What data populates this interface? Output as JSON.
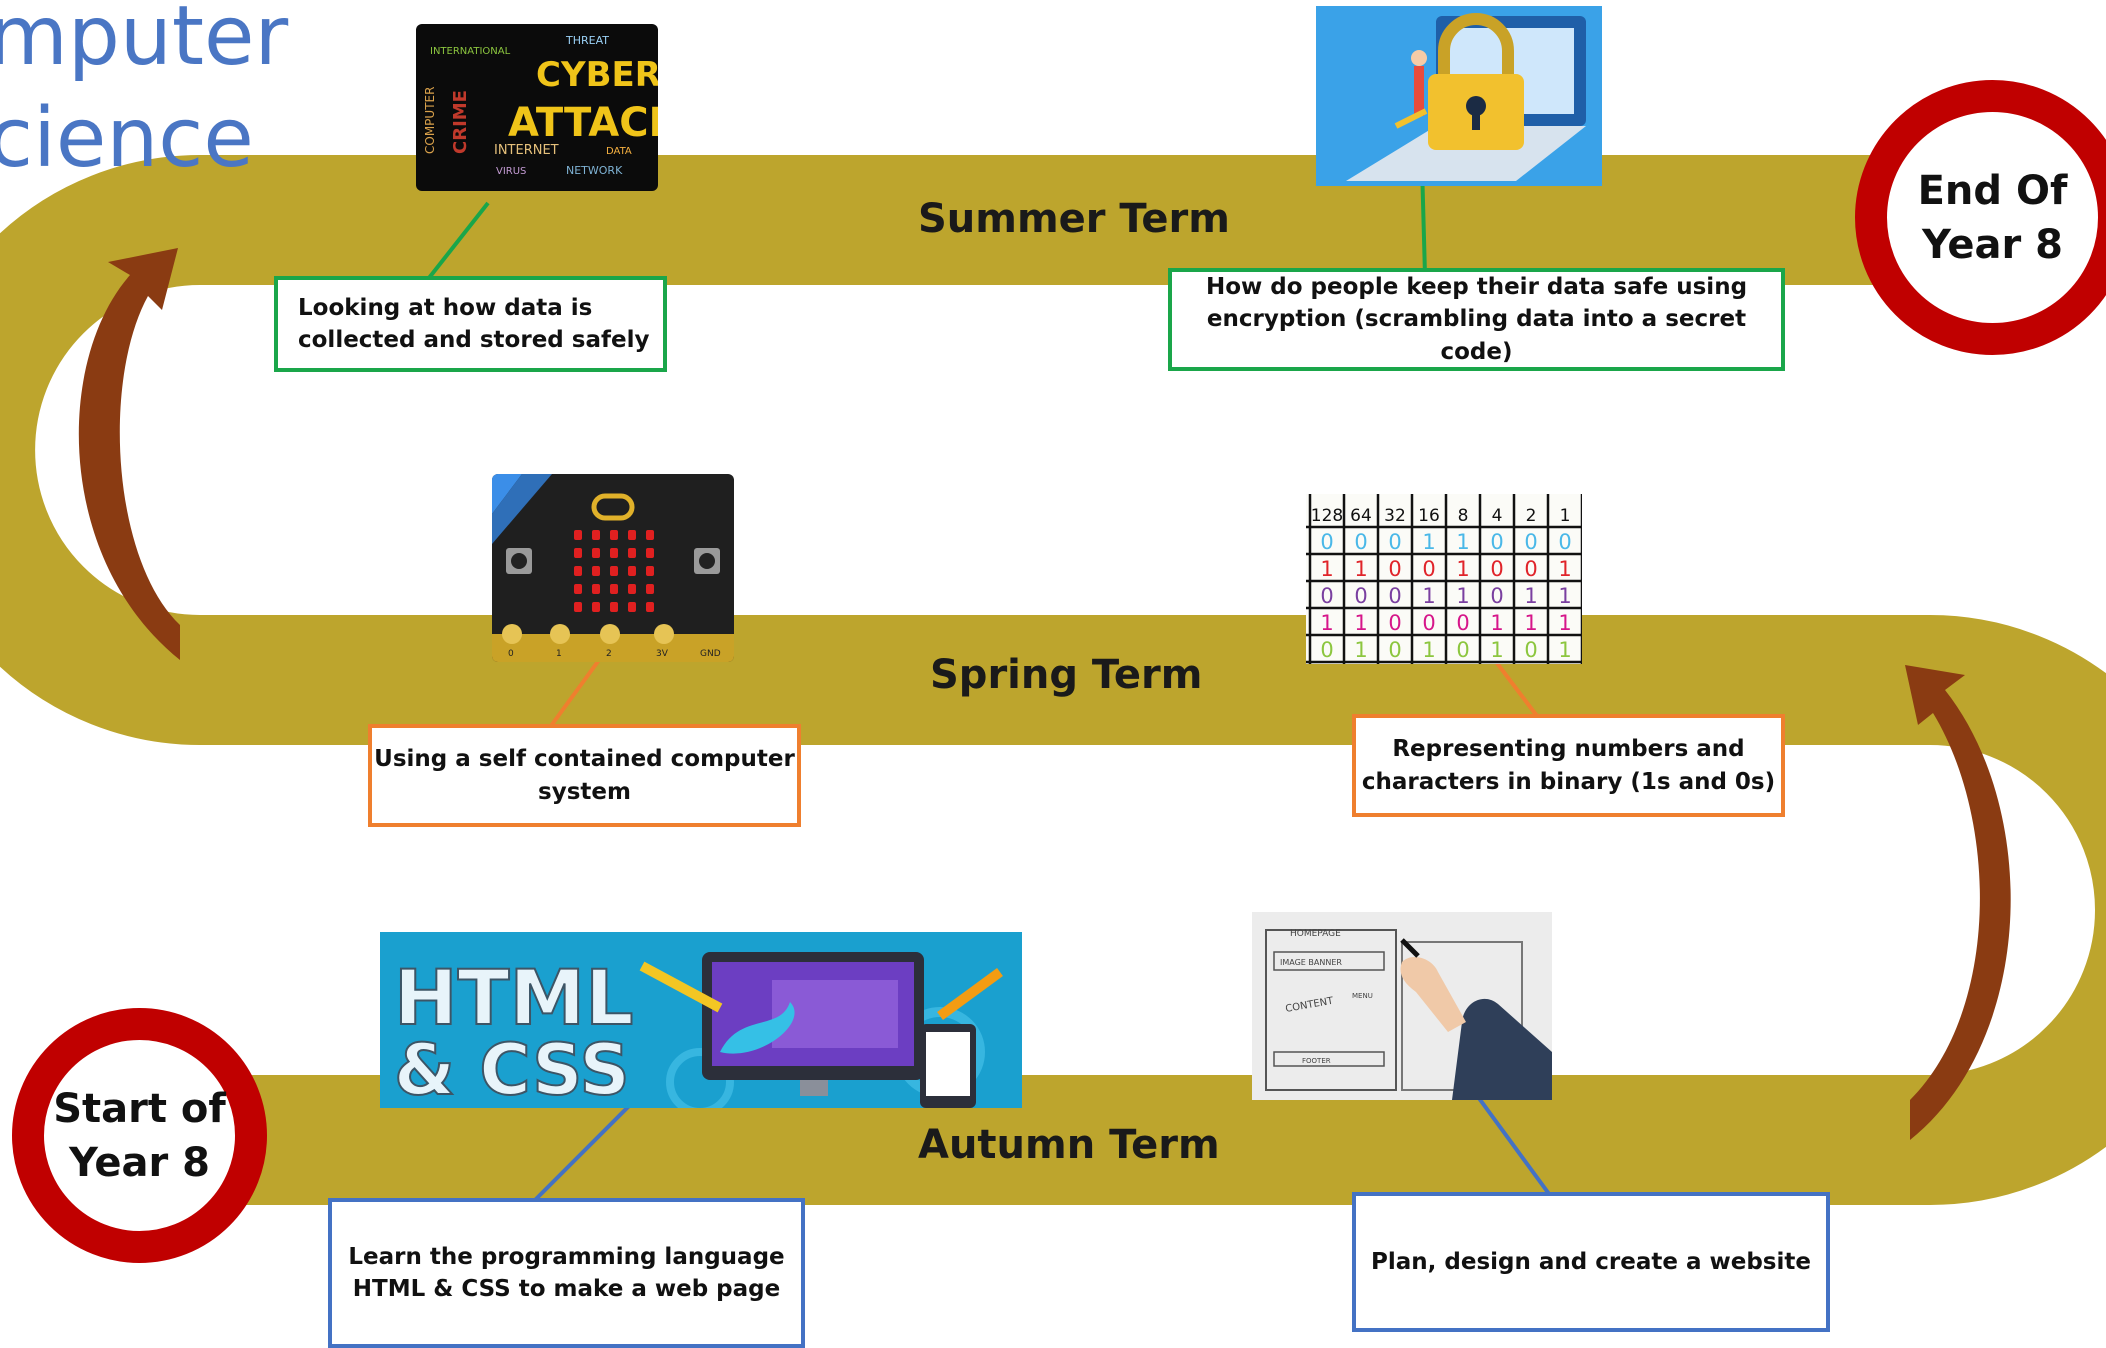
{
  "title": {
    "line1": "mputer",
    "line2": "cience"
  },
  "terms": {
    "summer": "Summer Term",
    "spring": "Spring Term",
    "autumn": "Autumn Term"
  },
  "milestones": {
    "start": {
      "line1": "Start of",
      "line2": "Year 8"
    },
    "end": {
      "line1": "End Of",
      "line2": "Year 8"
    }
  },
  "topics": {
    "summer_1": {
      "line1": "Looking at how data is",
      "line2": "collected  and  stored safely"
    },
    "summer_2": {
      "line1": "How do people keep their data safe using",
      "line2": "encryption (scrambling data into a secret code)"
    },
    "spring_1": {
      "line1": "Using a self contained computer",
      "line2": "system"
    },
    "spring_2": {
      "line1": "Representing numbers and",
      "line2": "characters in binary (1s and 0s)"
    },
    "autumn_1": {
      "line1": "Learn the programming language",
      "line2": "HTML & CSS to make a web page"
    },
    "autumn_2": {
      "line1": "Plan, design and create a website"
    }
  },
  "images": {
    "cyber": {
      "line1": "CYBER",
      "line2": "ATTACK",
      "words": [
        "INTERNATIONAL",
        "COMPUTER",
        "CRIME",
        "INTERNET",
        "THREAT",
        "VIRUS",
        "NETWORK",
        "DATA"
      ]
    },
    "microbit": {
      "pins": [
        "0",
        "1",
        "2",
        "3V",
        "GND"
      ]
    },
    "binary": {
      "headers": [
        "128",
        "64",
        "32",
        "16",
        "8",
        "4",
        "2",
        "1"
      ],
      "rows": [
        [
          "0",
          "0",
          "0",
          "1",
          "1",
          "0",
          "0",
          "0"
        ],
        [
          "1",
          "1",
          "0",
          "0",
          "1",
          "0",
          "0",
          "1"
        ],
        [
          "0",
          "0",
          "0",
          "1",
          "1",
          "0",
          "1",
          "1"
        ],
        [
          "1",
          "1",
          "0",
          "0",
          "0",
          "1",
          "1",
          "1"
        ],
        [
          "0",
          "1",
          "0",
          "1",
          "0",
          "1",
          "0",
          "1"
        ]
      ]
    },
    "htmlcss": {
      "line1": "HTML",
      "line2": "& CSS"
    },
    "wireframe": {
      "labels": [
        "HOMEPAGE",
        "IMAGE BANNER",
        "CONTENT",
        "FOOTER",
        "MENU"
      ]
    }
  },
  "colors": {
    "track": "#bda52d",
    "arrow": "#8a3b12",
    "circle_ring": "#c00000",
    "summer_border": "#1aa64a",
    "spring_border": "#ef7f2e",
    "autumn_border": "#4472c4",
    "binary_row_colors": [
      "#4ab8e8",
      "#e0242a",
      "#7a3fa0",
      "#d6168a",
      "#8cc63f"
    ]
  }
}
